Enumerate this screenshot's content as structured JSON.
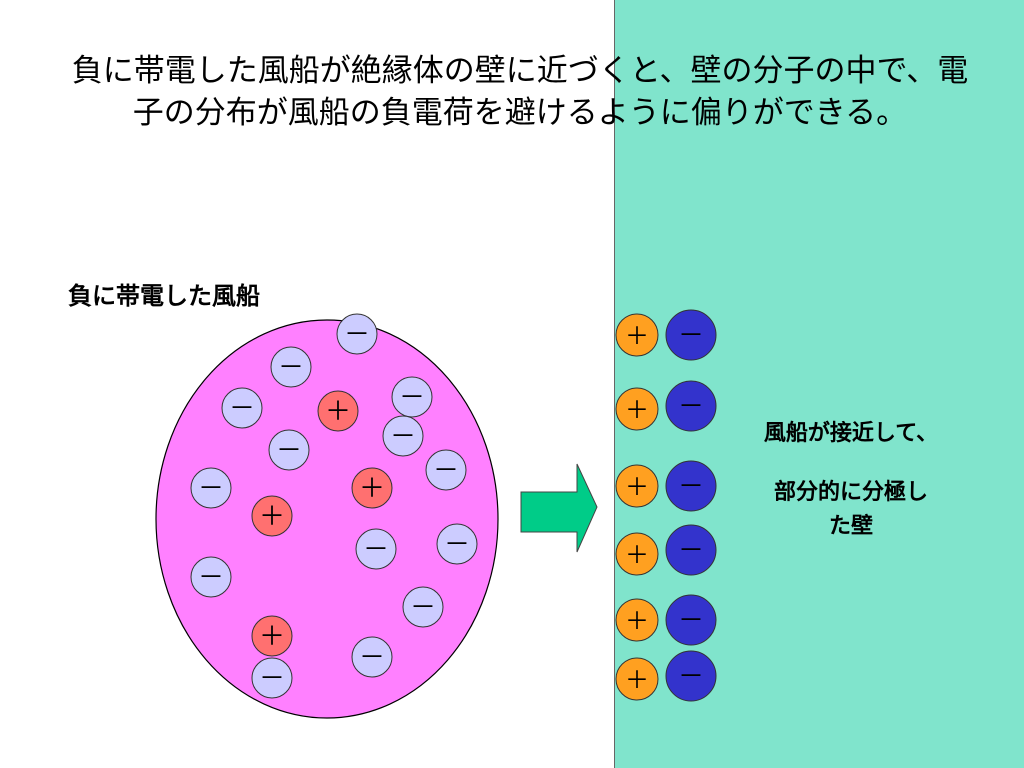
{
  "title": "負に帯電した風船が絶縁体の壁に近づくと、壁の分子の中で、電子の分布が風船の負電荷を避けるように偏りができる。",
  "balloon": {
    "label": "負に帯電した風船",
    "fill_color": "#ff80ff",
    "negative_color": "#ccccff",
    "positive_color": "#ff7070",
    "negative_sign": "－",
    "positive_sign": "＋"
  },
  "wall": {
    "color": "#80e4cc",
    "caption_line1": "風船が接近して、",
    "caption_line2": "部分的に分極し",
    "caption_line3": "た壁",
    "positive_color": "#ffa020",
    "negative_color": "#3333cc",
    "positive_sign": "＋",
    "negative_sign": "－",
    "dipole_count": 6
  },
  "arrow": {
    "color": "#00cc88",
    "direction": "right"
  }
}
